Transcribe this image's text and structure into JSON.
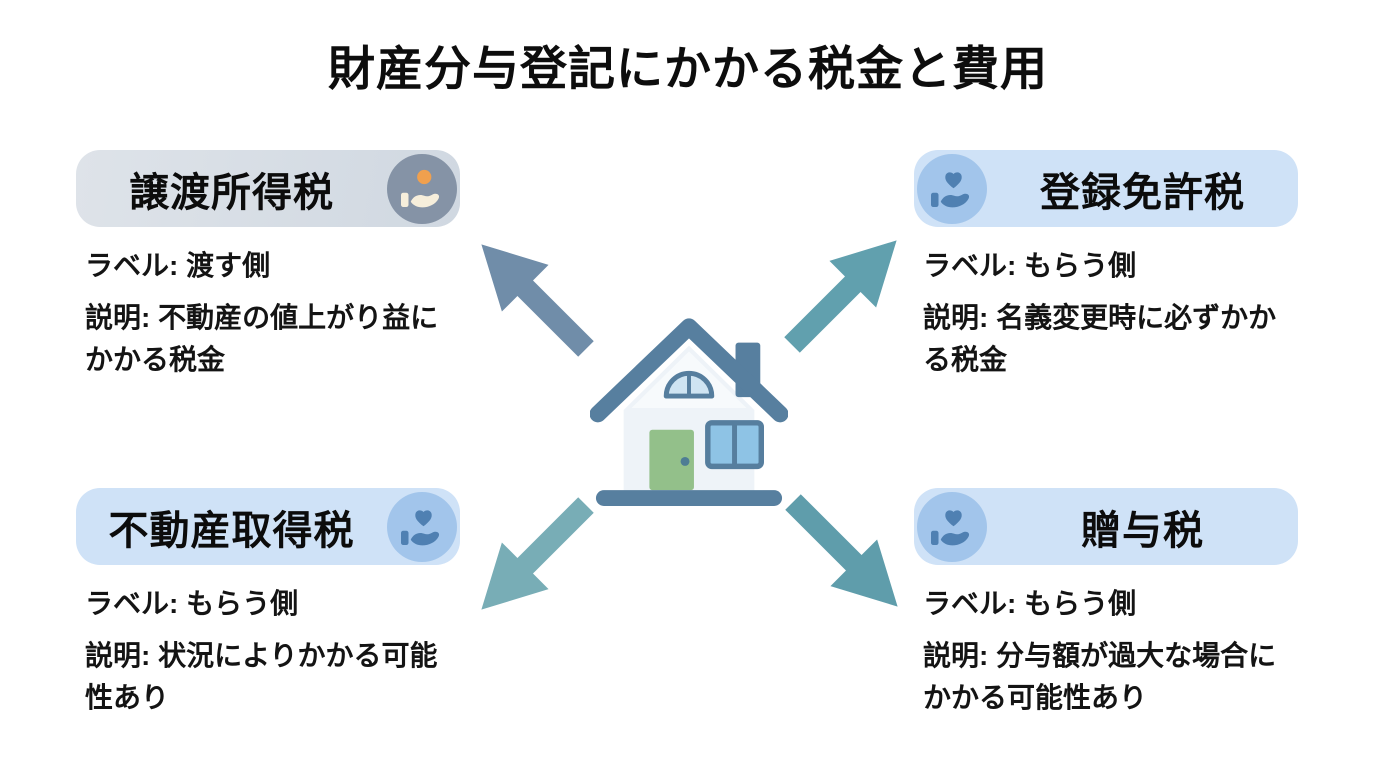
{
  "title": "財産分与登記にかかる税金と費用",
  "center_icon": "house-icon",
  "colors": {
    "title_text": "#0d0d0d",
    "pill_gray": "#d8dfe7",
    "pill_blue": "#cfe2f7",
    "badge_gray": "#8593a6",
    "badge_blue": "#a2c5eb",
    "hand_cream": "#f6eedb",
    "hand_blue": "#4f80b2",
    "coin_orange": "#f0a04e",
    "arrow_upleft": "#708da9",
    "arrow_upright": "#61a0ae",
    "arrow_downleft": "#78adb6",
    "arrow_downright": "#5f9dab",
    "house_slate": "#577f9f",
    "house_body": "#eef3f8",
    "house_gable": "#f7fafc",
    "door_green": "#93c08a",
    "door_knob": "#4e7d94",
    "window_blue": "#8ec3e5",
    "window_frame": "#567e9e",
    "arch_fill": "#cfe4f2"
  },
  "quadrants": [
    {
      "position": "top-left",
      "name": "譲渡所得税",
      "icon": "hand-offering-coin-icon",
      "label": "ラベル: 渡す側",
      "description": "説明: 不動産の値上がり益にかかる税金",
      "description_lines": [
        "説明: 不動産の値上がり益に",
        "かかる税金"
      ]
    },
    {
      "position": "top-right",
      "name": "登録免許税",
      "icon": "hand-holding-heart-icon",
      "label": "ラベル: もらう側",
      "description": "説明: 名義変更時に必ずかかる税金",
      "description_lines": [
        "説明: 名義変更時に必ずかか",
        "る税金"
      ]
    },
    {
      "position": "bottom-left",
      "name": "不動産取得税",
      "icon": "hand-holding-heart-icon",
      "label": "ラベル: もらう側",
      "description": "説明: 状況によりかかる可能性あり",
      "description_lines": [
        "説明: 状況によりかかる可能",
        "性あり"
      ]
    },
    {
      "position": "bottom-right",
      "name": "贈与税",
      "icon": "hand-holding-heart-icon",
      "label": "ラベル: もらう側",
      "description": "説明: 分与額が過大な場合にかかる可能性あり",
      "description_lines": [
        "説明: 分与額が過大な場合に",
        "かかる可能性あり"
      ]
    }
  ]
}
